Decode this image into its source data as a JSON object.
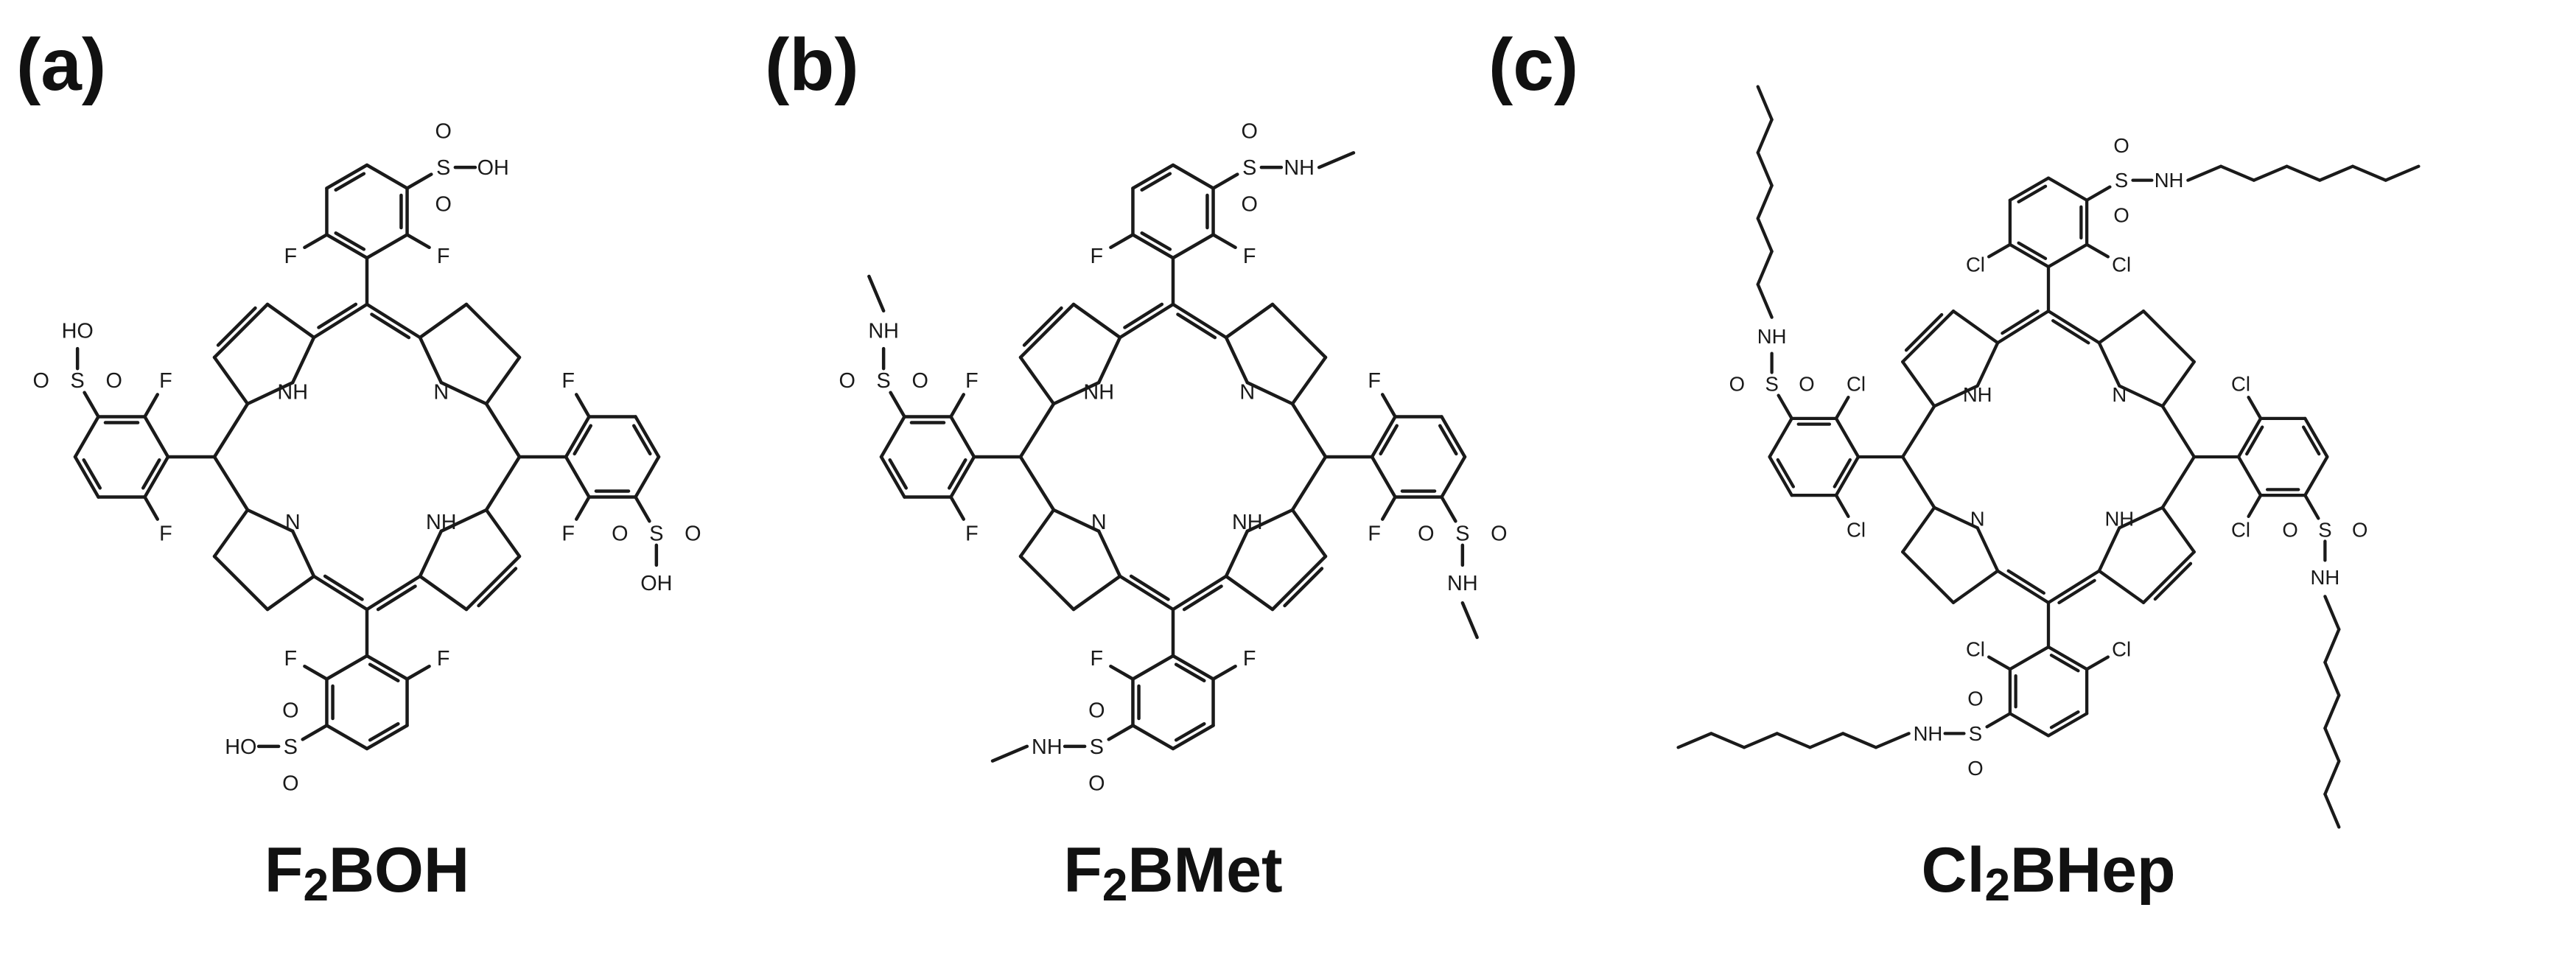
{
  "panels": [
    {
      "letter": "(a)",
      "name_main_1": "F",
      "name_sub": "2",
      "name_main_2": "BOH",
      "halogen": "F",
      "groups": {
        "top": "OH",
        "right": "OH",
        "bottom": "HO",
        "left": "HO"
      },
      "atoms": {
        "sulfur": "S",
        "oxygen": "O",
        "pyrrole_nh": "NH",
        "pyrrole_n": "N"
      }
    },
    {
      "letter": "(b)",
      "name_main_1": "F",
      "name_sub": "2",
      "name_main_2": "BMet",
      "halogen": "F",
      "groups": {
        "top": "NH",
        "right": "NH",
        "bottom": "NH",
        "left": "NH"
      },
      "atoms": {
        "sulfur": "S",
        "oxygen": "O",
        "pyrrole_nh": "NH",
        "pyrrole_n": "N"
      }
    },
    {
      "letter": "(c)",
      "name_main_1": "Cl",
      "name_sub": "2",
      "name_main_2": "BHep",
      "halogen": "Cl",
      "groups": {
        "top": "NH",
        "right": "NH",
        "bottom": "NH",
        "left": "NH"
      },
      "atoms": {
        "sulfur": "S",
        "oxygen": "O",
        "pyrrole_nh": "NH",
        "pyrrole_n": "N"
      }
    }
  ]
}
